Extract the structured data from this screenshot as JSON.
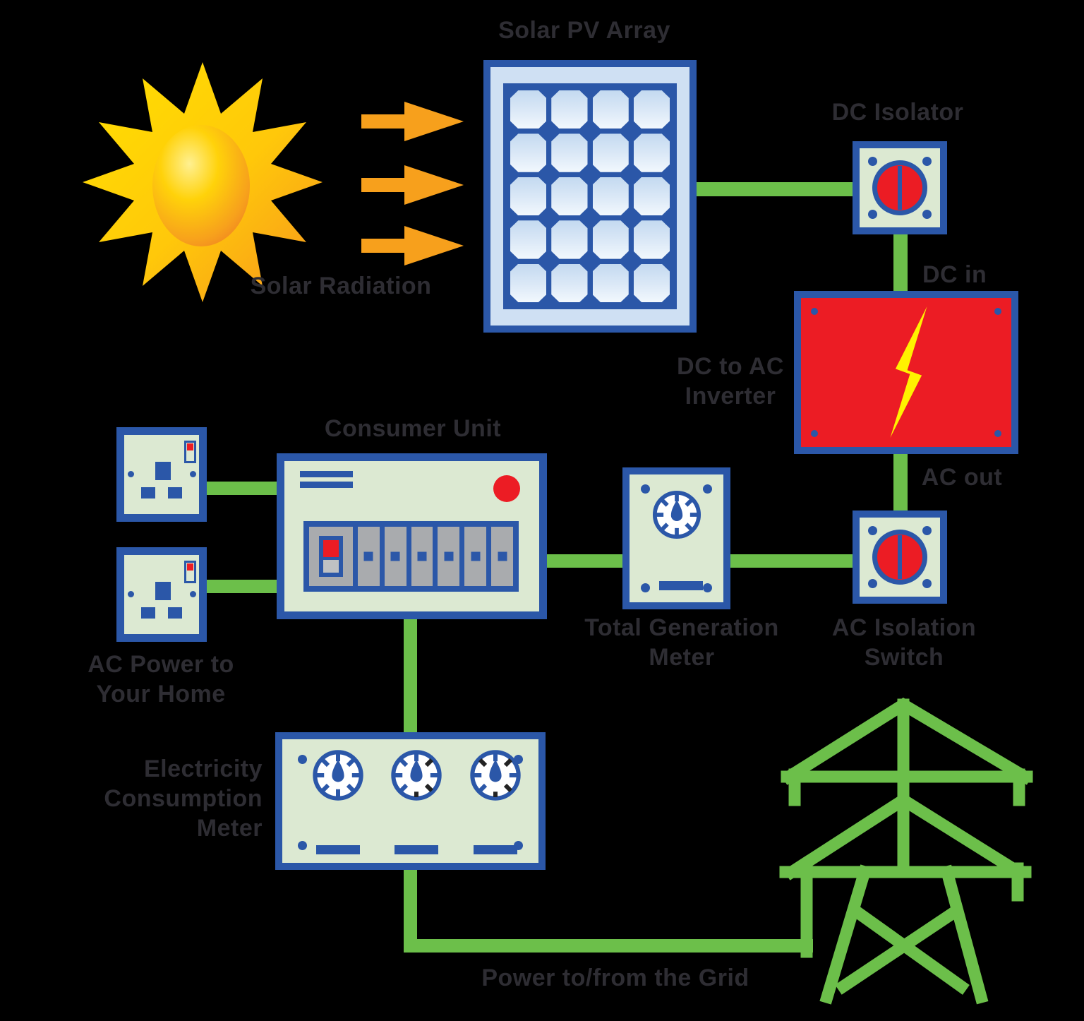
{
  "labels": {
    "solar_pv_array": "Solar PV Array",
    "solar_radiation": "Solar Radiation",
    "dc_isolator": "DC Isolator",
    "dc_in": "DC in",
    "inverter_l1": "DC to AC",
    "inverter_l2": "Inverter",
    "ac_out": "AC out",
    "consumer_unit": "Consumer Unit",
    "total_generation_meter_l1": "Total Generation",
    "total_generation_meter_l2": "Meter",
    "ac_isolation_switch_l1": "AC Isolation",
    "ac_isolation_switch_l2": "Switch",
    "ac_power_l1": "AC Power to",
    "ac_power_l2": "Your Home",
    "consumption_meter_l1": "Electricity",
    "consumption_meter_l2": "Consumption",
    "consumption_meter_l3": "Meter",
    "power_grid": "Power to/from the Grid"
  },
  "colors": {
    "bg": "#000000",
    "wire_green": "#6CBF4A",
    "outline_blue": "#2B57A8",
    "device_fill": "#DCE9D2",
    "alert_red": "#EC1C24",
    "bolt_yellow": "#FFF200",
    "arrow_orange": "#F7A01C",
    "panel_frame": "#CFE0F3",
    "panel_inner": "#2B57A8",
    "breaker_gray": "#A9ABAE",
    "label_text": "#2E2D33"
  }
}
